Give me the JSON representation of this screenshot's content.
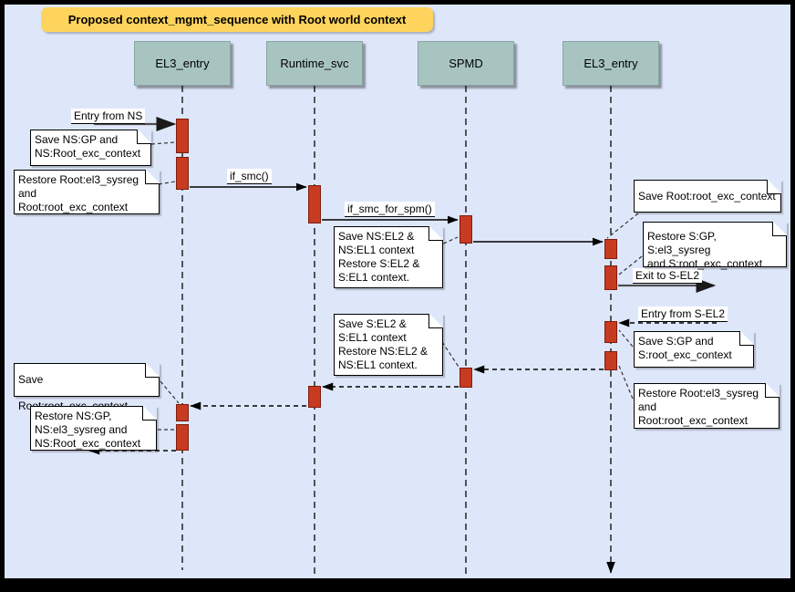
{
  "title": "Proposed context_mgmt_sequence with Root world context",
  "colors": {
    "background": "#dee7fa",
    "frame": "#000000",
    "title_bg": "#ffd45c",
    "actor_bg": "#a8c4c0",
    "activation_fill": "#c73b21",
    "activation_border": "#7f1d0e",
    "note_bg": "#ffffff"
  },
  "actors": [
    {
      "label": "EL3_entry"
    },
    {
      "label": "Runtime_svc"
    },
    {
      "label": "SPMD"
    },
    {
      "label": "EL3_entry"
    }
  ],
  "messages": [
    {
      "label": "Entry from NS",
      "from": "external",
      "to": "EL3_entry",
      "style": "solid"
    },
    {
      "label": "if_smc()",
      "from": "EL3_entry",
      "to": "Runtime_svc",
      "style": "solid"
    },
    {
      "label": "if_smc_for_spm()",
      "from": "Runtime_svc",
      "to": "SPMD",
      "style": "solid"
    },
    {
      "label": "",
      "from": "SPMD",
      "to": "EL3_entry_2",
      "style": "solid"
    },
    {
      "label": "Exit to S-EL2",
      "from": "EL3_entry_2",
      "to": "external",
      "style": "solid"
    },
    {
      "label": "Entry from S-EL2",
      "from": "external",
      "to": "EL3_entry_2",
      "style": "dashed"
    },
    {
      "label": "",
      "from": "EL3_entry_2",
      "to": "SPMD",
      "style": "dashed"
    },
    {
      "label": "",
      "from": "SPMD",
      "to": "Runtime_svc",
      "style": "dashed"
    },
    {
      "label": "",
      "from": "Runtime_svc",
      "to": "EL3_entry",
      "style": "dashed"
    },
    {
      "label": "",
      "from": "EL3_entry",
      "to": "external",
      "style": "dashed"
    }
  ],
  "notes": [
    {
      "text": "Save NS:GP and\nNS:Root_exc_context"
    },
    {
      "text": "Restore Root:el3_sysreg\nand\nRoot:root_exc_context"
    },
    {
      "text": "Save NS:EL2 &\nNS:EL1 context\nRestore S:EL2 &\nS:EL1 context."
    },
    {
      "text": "Save Root:root_exc_context"
    },
    {
      "text": "Restore S:GP, S:el3_sysreg\nand S:root_exc_context"
    },
    {
      "text": "Save S:GP and\nS:root_exc_context"
    },
    {
      "text": "Restore Root:el3_sysreg\nand\nRoot:root_exc_context"
    },
    {
      "text": "Save S:EL2 &\nS:EL1 context\nRestore NS:EL2 &\nNS:EL1 context."
    },
    {
      "text": "Save Root:root_exc_context"
    },
    {
      "text": "Restore NS:GP,\nNS:el3_sysreg and\nNS:Root_exc_context"
    }
  ]
}
